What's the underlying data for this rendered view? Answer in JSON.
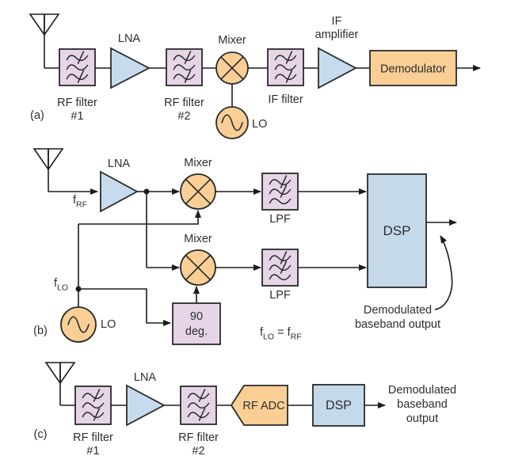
{
  "colors": {
    "filter_fill": "#e5d5e7",
    "phase_fill": "#e5d5e7",
    "amp_fill": "#c6dcee",
    "mixer_fill": "#f9cf95",
    "demod_fill": "#f9cf95",
    "adc_fill": "#f9cf95",
    "dsp_fill": "#c4d9ea",
    "outline": "#2a2a2a",
    "line": "#1c1c1c",
    "text": "#2d2d2d",
    "background": "#ffffff"
  },
  "a": {
    "tag": "(a)",
    "rf_filter_1": [
      "RF filter",
      "#1"
    ],
    "lna": "LNA",
    "rf_filter_2": [
      "RF filter",
      "#2"
    ],
    "mixer": "Mixer",
    "lo": "LO",
    "if_filter": "IF filter",
    "if_amplifier": [
      "IF",
      "amplifier"
    ],
    "demodulator": "Demodulator"
  },
  "b": {
    "tag": "(b)",
    "f_rf": [
      "f",
      "RF"
    ],
    "lna": "LNA",
    "mixer_top": "Mixer",
    "mixer_bottom": "Mixer",
    "f_lo": [
      "f",
      "LO"
    ],
    "lo": "LO",
    "phase_shift": [
      "90",
      "deg."
    ],
    "lpf_top": "LPF",
    "lpf_bottom": "LPF",
    "dsp": "DSP",
    "equation": [
      "f",
      "LO",
      " = f",
      "RF"
    ],
    "output_label": [
      "Demodulated",
      "baseband output"
    ]
  },
  "c": {
    "tag": "(c)",
    "rf_filter_1": [
      "RF filter",
      "#1"
    ],
    "lna": "LNA",
    "rf_filter_2": [
      "RF filter",
      "#2"
    ],
    "rf_adc": "RF ADC",
    "dsp": "DSP",
    "output_label": [
      "Demodulated",
      "baseband",
      "output"
    ]
  }
}
